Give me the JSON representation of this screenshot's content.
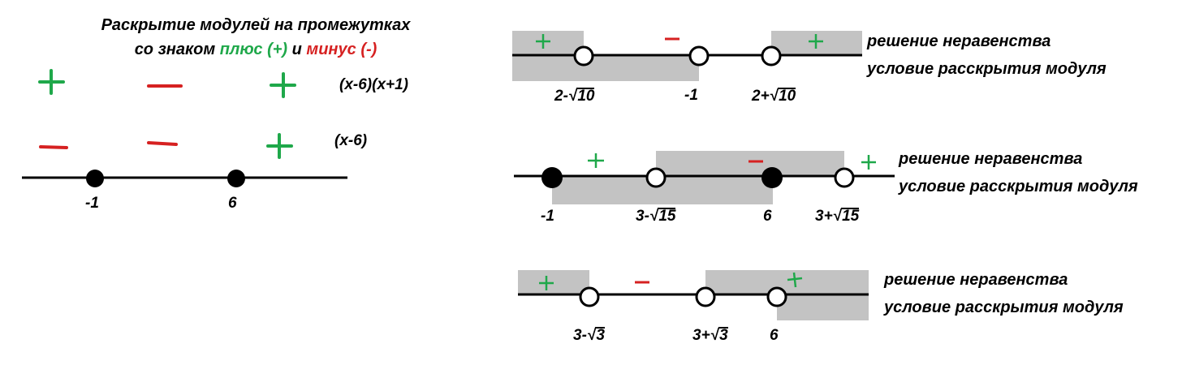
{
  "title": {
    "line1": "Раскрытие модулей на промежутках",
    "line2_prefix": "со знаком ",
    "plus_word": "плюс (+)",
    "and_word": " и ",
    "minus_word": "минус (-)"
  },
  "left_panel": {
    "row1_expr": "(x-6)(x+1)",
    "row2_expr": "(x-6)",
    "row1_signs": [
      "+",
      "−",
      "+"
    ],
    "row2_signs": [
      "−",
      "−",
      "+"
    ],
    "points": [
      "-1",
      "6"
    ]
  },
  "lines": [
    {
      "labels": {
        "p1_a": "2-",
        "p1_r": "10",
        "p2": "-1",
        "p3_a": "2+",
        "p3_r": "10"
      },
      "notes": [
        "решение неравенства",
        "условие расскрытия модуля"
      ]
    },
    {
      "labels": {
        "p1": "-1",
        "p2_a": "3-",
        "p2_r": "15",
        "p3": "6",
        "p4_a": "3+",
        "p4_r": "15"
      },
      "notes": [
        "решение неравенства",
        "условие расскрытия модуля"
      ]
    },
    {
      "labels": {
        "p1_a": "3-",
        "p1_r": "3",
        "p2_a": "3+",
        "p2_r": "3",
        "p3": "6"
      },
      "notes": [
        "решение неравенства",
        "условие расскрытия модуля"
      ]
    }
  ],
  "colors": {
    "plus": "#1fa84a",
    "minus": "#d62121",
    "shade": "#c3c3c3"
  }
}
